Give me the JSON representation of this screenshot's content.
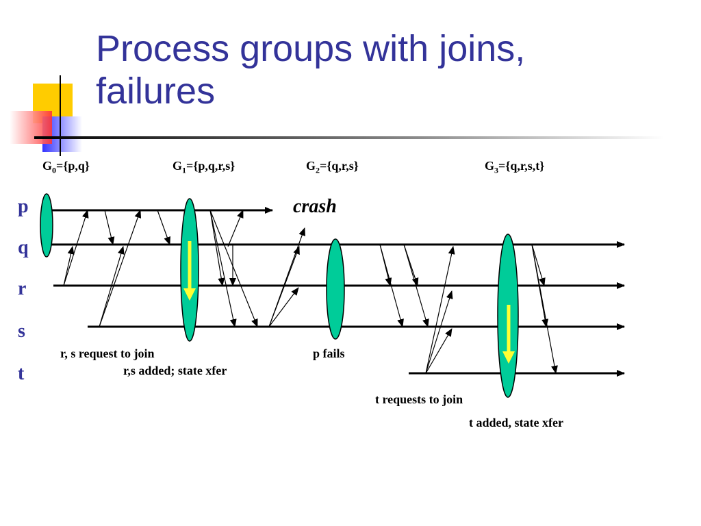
{
  "slide": {
    "title_line1": "Process groups with joins,",
    "title_line2": "failures"
  },
  "processes": [
    "p",
    "q",
    "r",
    "s",
    "t"
  ],
  "groups": [
    {
      "name": "G",
      "sub": "0",
      "members": "={p,q}"
    },
    {
      "name": "G",
      "sub": "1",
      "members": "={p,q,r,s}"
    },
    {
      "name": "G",
      "sub": "2",
      "members": "={q,r,s}"
    },
    {
      "name": "G",
      "sub": "3",
      "members": "={q,r,s,t}"
    }
  ],
  "annotations": {
    "crash": "crash",
    "rs_request": "r, s request to join",
    "rs_added": "r,s added; state xfer",
    "p_fails": "p fails",
    "t_request": "t requests to join",
    "t_added": "t added, state xfer"
  },
  "colors": {
    "title": "#333399",
    "view_ellipse": "#00cc99",
    "state_transfer_arrow": "#ffff33"
  }
}
